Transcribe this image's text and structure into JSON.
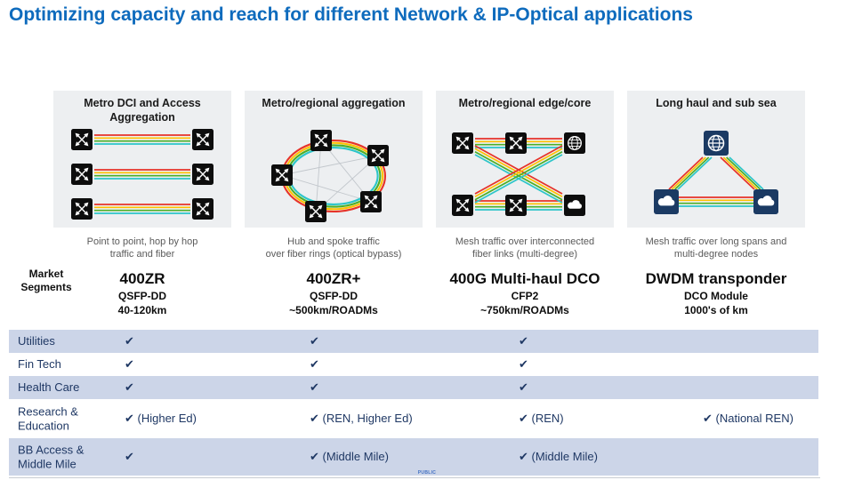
{
  "slide": {
    "title": "Optimizing capacity and reach for different Network & IP-Optical applications",
    "market_segments_label": "Market\nSegments",
    "footer_classification": "PUBLIC"
  },
  "columns": [
    {
      "panel_title": "Metro DCI and Access\nAggregation",
      "caption": "Point to point, hop by hop\ntraffic and fiber",
      "product": "400ZR",
      "module": "QSFP-DD",
      "reach": "40-120km"
    },
    {
      "panel_title": "Metro/regional aggregation",
      "caption": "Hub and spoke traffic\nover fiber rings (optical bypass)",
      "product": "400ZR+",
      "module": "QSFP-DD",
      "reach": "~500km/ROADMs"
    },
    {
      "panel_title": "Metro/regional edge/core",
      "caption": "Mesh traffic over interconnected\nfiber links (multi-degree)",
      "product": "400G Multi-haul DCO",
      "module": "CFP2",
      "reach": "~750km/ROADMs"
    },
    {
      "panel_title": "Long haul and sub sea",
      "caption": "Mesh traffic over long spans and\nmulti-degree nodes",
      "product": "DWDM transponder",
      "module": "DCO Module",
      "reach": "1000's of km"
    }
  ],
  "table": {
    "rows": [
      {
        "label": "Utilities",
        "cells": [
          "✔",
          "✔",
          "✔",
          ""
        ]
      },
      {
        "label": "Fin Tech",
        "cells": [
          "✔",
          "✔",
          "✔",
          ""
        ]
      },
      {
        "label": "Health Care",
        "cells": [
          "✔",
          "✔",
          "✔",
          ""
        ]
      },
      {
        "label": "Research &\nEducation",
        "cells": [
          "✔ (Higher Ed)",
          "✔ (REN, Higher Ed)",
          "✔ (REN)",
          "✔ (National REN)"
        ]
      },
      {
        "label": "BB Access &\nMiddle Mile",
        "cells": [
          "✔",
          "✔ (Middle Mile)",
          "✔ (Middle Mile)",
          ""
        ]
      }
    ]
  },
  "colors": {
    "title_blue": "#0e6bbd",
    "row_lavender": "#ccd5e8",
    "navy_text": "#1f3864",
    "fiber_red": "#e63329",
    "fiber_yellow": "#ffc000",
    "fiber_green": "#4caf28",
    "fiber_teal": "#2cc5c9"
  }
}
